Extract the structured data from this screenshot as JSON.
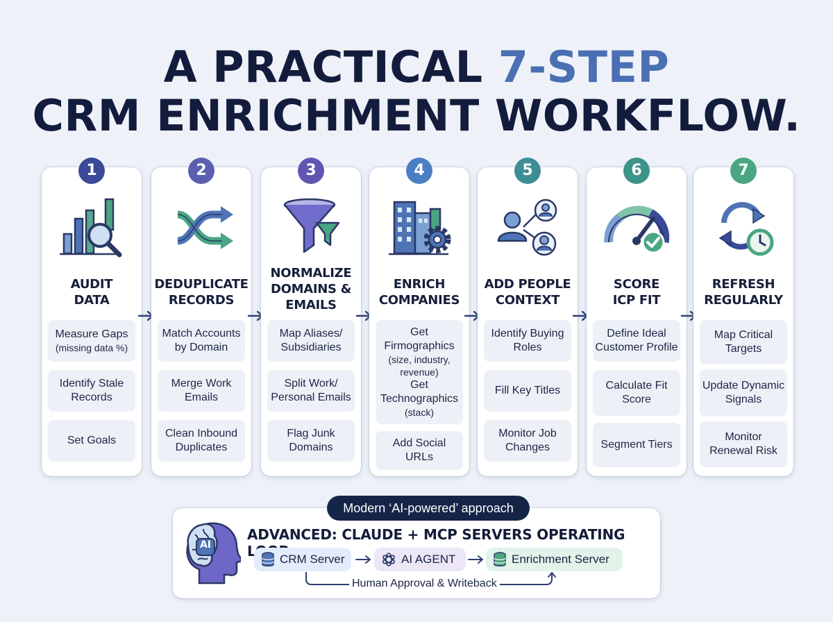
{
  "title": {
    "line1_prefix": "A PRACTICAL ",
    "line1_accent": "7-STEP",
    "line2": "CRM ENRICHMENT WORKFLOW."
  },
  "colors": {
    "accent": "#4a6fb3",
    "badges": [
      "#3a4a98",
      "#5a5fb0",
      "#5e56b0",
      "#4a7fc4",
      "#3e8d94",
      "#3e9488",
      "#4aa582"
    ]
  },
  "steps": [
    {
      "number": "1",
      "title1": "AUDIT",
      "title2": "DATA",
      "icon": "bar-chart-search-icon",
      "items": [
        {
          "text": "Measure Gaps",
          "sub": "(missing data %)"
        },
        {
          "text": "Identify Stale Records"
        },
        {
          "text": "Set Goals"
        }
      ]
    },
    {
      "number": "2",
      "title1": "DEDUPLICATE",
      "title2": "RECORDS",
      "icon": "shuffle-arrows-icon",
      "items": [
        {
          "text": "Match Accounts by Domain"
        },
        {
          "text": "Merge Work Emails"
        },
        {
          "text": "Clean Inbound Duplicates"
        }
      ]
    },
    {
      "number": "3",
      "title1": "NORMALIZE",
      "title2": "DOMAINS &",
      "title3": "EMAILS",
      "icon": "funnel-icon",
      "items": [
        {
          "text": "Map Aliases/ Subsidiaries"
        },
        {
          "text": "Split Work/ Personal Emails"
        },
        {
          "text": "Flag Junk Domains"
        }
      ]
    },
    {
      "number": "4",
      "title1": "ENRICH",
      "title2": "COMPANIES",
      "icon": "building-gear-icon",
      "items": [
        {
          "text": "Get Firmographics",
          "sub": "(size, industry, revenue)",
          "text2": "Get Technographics",
          "sub2": "(stack)"
        },
        {
          "text": "Add Social URLs"
        }
      ]
    },
    {
      "number": "5",
      "title1": "ADD PEOPLE",
      "title2": "CONTEXT",
      "icon": "people-network-icon",
      "items": [
        {
          "text": "Identify Buying Roles"
        },
        {
          "text": "Fill Key Titles"
        },
        {
          "text": "Monitor Job Changes"
        }
      ]
    },
    {
      "number": "6",
      "title1": "SCORE",
      "title2": "ICP FIT",
      "icon": "gauge-check-icon",
      "items": [
        {
          "text": "Define Ideal Customer Profile"
        },
        {
          "text": "Calculate Fit Score"
        },
        {
          "text": "Segment Tiers"
        }
      ]
    },
    {
      "number": "7",
      "title1": "REFRESH",
      "title2": "REGULARLY",
      "icon": "refresh-clock-icon",
      "items": [
        {
          "text": "Map Critical Targets"
        },
        {
          "text": "Update Dynamic Signals"
        },
        {
          "text": "Monitor Renewal Risk"
        }
      ]
    }
  ],
  "advanced": {
    "pill": "Modern ‘AI-powered’ approach",
    "title": "ADVANCED: CLAUDE + MCP SERVERS OPERATING LOOP",
    "head_label": "AI",
    "nodes": [
      {
        "label": "CRM Server",
        "icon": "database-icon"
      },
      {
        "label": "AI AGENT",
        "icon": "ai-knot-icon"
      },
      {
        "label": "Enrichment Server",
        "icon": "database-icon"
      }
    ],
    "loop_label": "Human Approval & Writeback"
  }
}
